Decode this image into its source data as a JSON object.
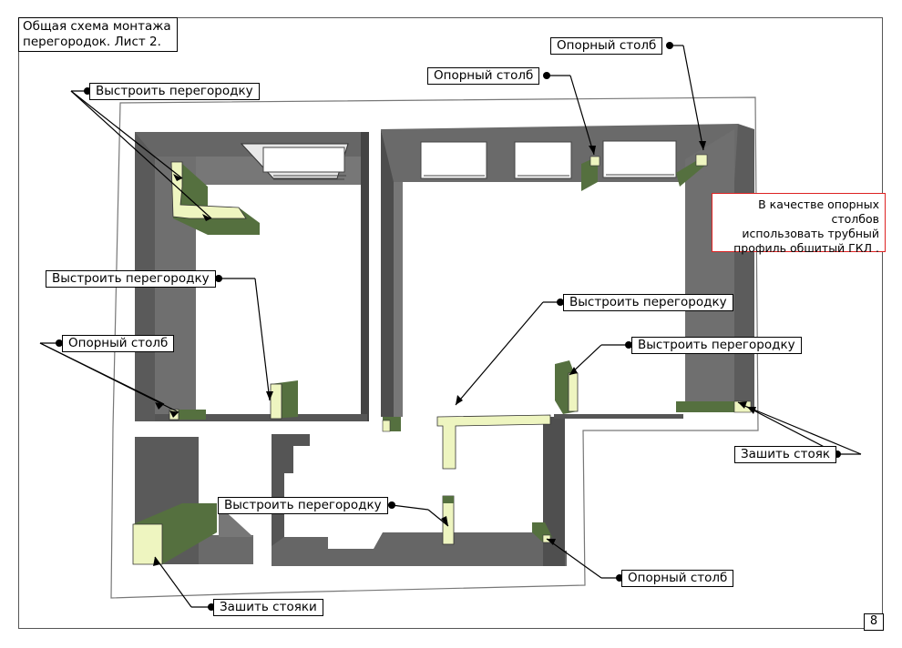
{
  "title": {
    "line1": "Общая схема монтажа",
    "line2": "перегородок. Лист 2."
  },
  "note": {
    "line1": "В качестве опорных столбов",
    "line2": "использовать трубный",
    "line3": "профиль обшитый ГКЛ ."
  },
  "page_number": "8",
  "labels": {
    "partition_1": "Выстроить перегородку",
    "partition_2": "Выстроить перегородку",
    "partition_3": "Выстроить перегородку",
    "partition_4": "Выстроить перегородку",
    "partition_5": "Выстроить перегородку",
    "post_1": "Опорный столб",
    "post_2": "Опорный столб",
    "post_3": "Опорный столб",
    "post_4": "Опорный столб",
    "riser_1": "Зашить стояк",
    "risers_2": "Зашить стояки"
  },
  "colors": {
    "wall_top": "#6b6b6b",
    "wall_face": "#4f4f4f",
    "partition_green": "#55703f",
    "partition_yellow": "#f2f7c4",
    "note_border": "#d22222"
  }
}
